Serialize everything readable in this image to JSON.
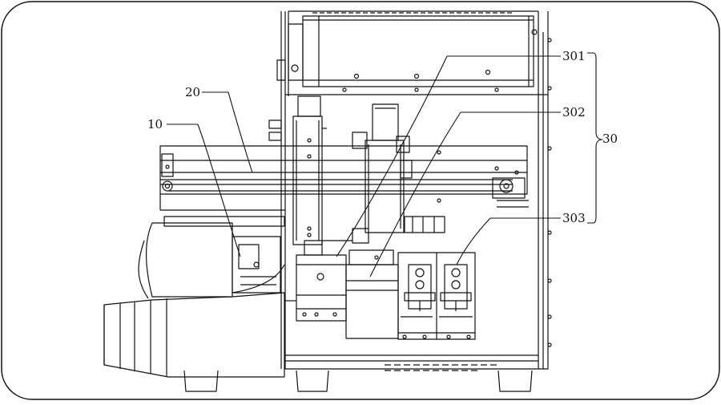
{
  "labels": {
    "l10": "10",
    "l20": "20",
    "l30": "30",
    "l301": "301",
    "l302": "302",
    "l303": "303"
  },
  "colors": {
    "ink": "#111111",
    "paper": "#ffffff"
  }
}
